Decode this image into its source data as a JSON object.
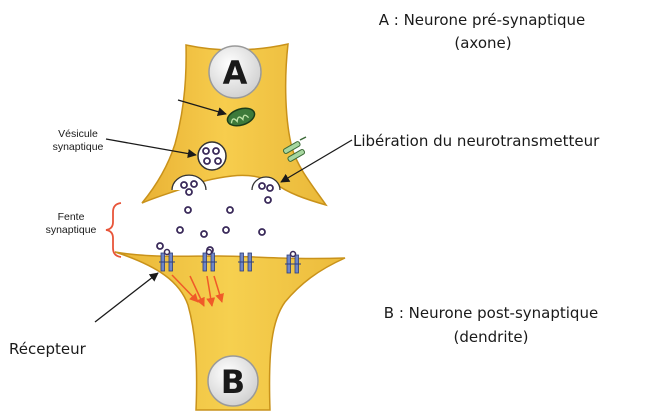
{
  "diagram": {
    "neuron_a": {
      "letter": "A",
      "title_line1": "A : Neurone pré-synaptique",
      "title_line2": "(axone)"
    },
    "neuron_b": {
      "letter": "B",
      "title_line1": "B : Neurone post-synaptique",
      "title_line2": "(dendrite)"
    },
    "labels": {
      "vesicle_line1": "Vésicule",
      "vesicle_line2": "synaptique",
      "cleft_line1": "Fente",
      "cleft_line2": "synaptique",
      "release": "Libération du neurotransmetteur",
      "receptor": "Récepteur"
    },
    "colors": {
      "neuron_fill": "#f4c542",
      "neuron_stroke": "#c9921a",
      "cleft_brace": "#e8553a",
      "signal_arrows": "#f05a28",
      "receptor": "#6f86c9",
      "circle_fill": "#e4e4e4"
    }
  }
}
